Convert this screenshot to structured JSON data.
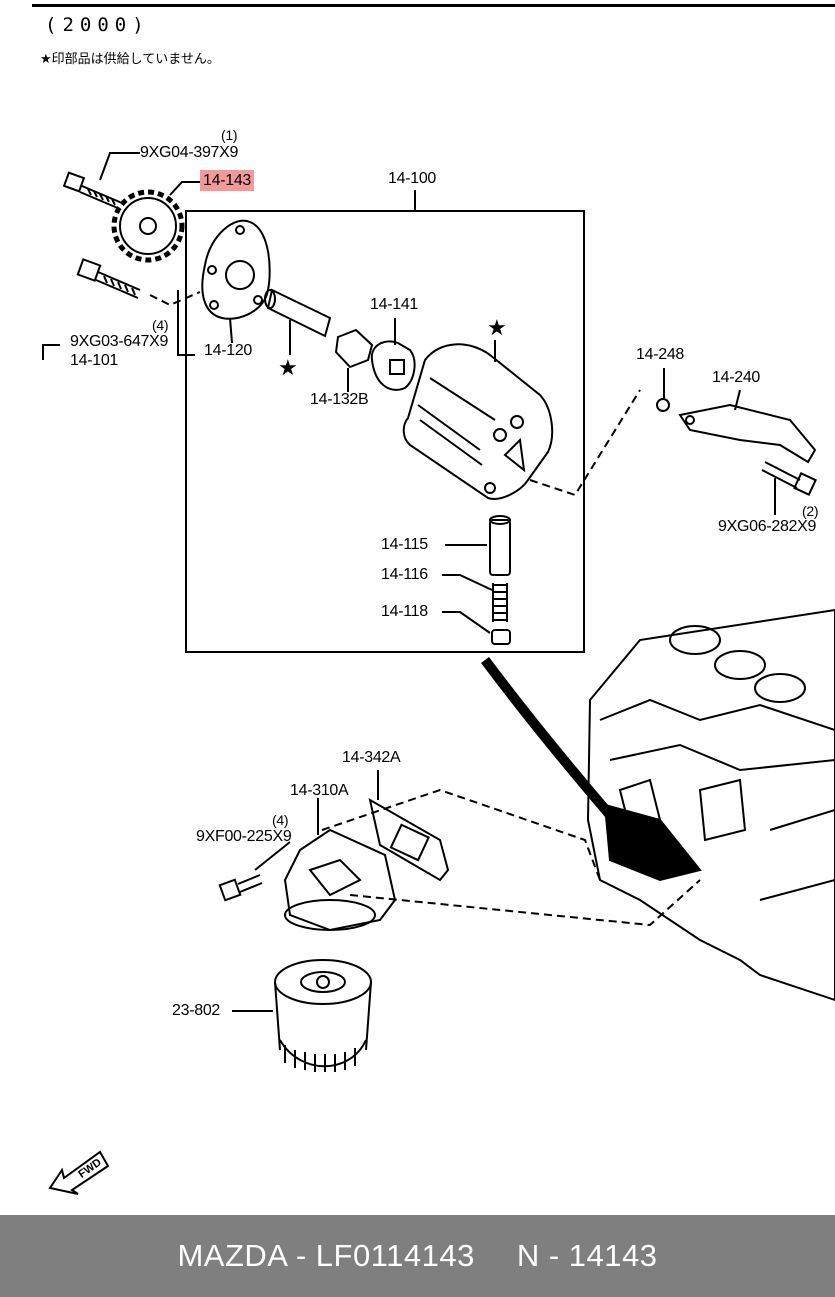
{
  "header": {
    "year": "(2000)",
    "note": "★印部品は供給していません。"
  },
  "labels": {
    "bolt_top_qty": "(1)",
    "bolt_top": "9XG04-397X9",
    "sprocket": "14-143",
    "pump_assy": "14-100",
    "bolt_mid_qty": "(4)",
    "bolt_mid": "9XG03-647X9",
    "pump_ref": "14-101",
    "cover": "14-120",
    "rotor": "14-141",
    "key": "14-132B",
    "bracket_ring": "14-248",
    "chain_guide": "14-240",
    "bolt_right_qty": "(2)",
    "bolt_right": "9XG06-282X9",
    "plunger": "14-115",
    "spring": "14-116",
    "plug": "14-118",
    "gasket": "14-342A",
    "filter_body": "14-310A",
    "bolt_filter_qty": "(4)",
    "bolt_filter": "9XF00-225X9",
    "oil_filter": "23-802",
    "fwd": "FWD"
  },
  "footer": {
    "brand": "MAZDA - LF0114143",
    "code": "N - 14143"
  }
}
